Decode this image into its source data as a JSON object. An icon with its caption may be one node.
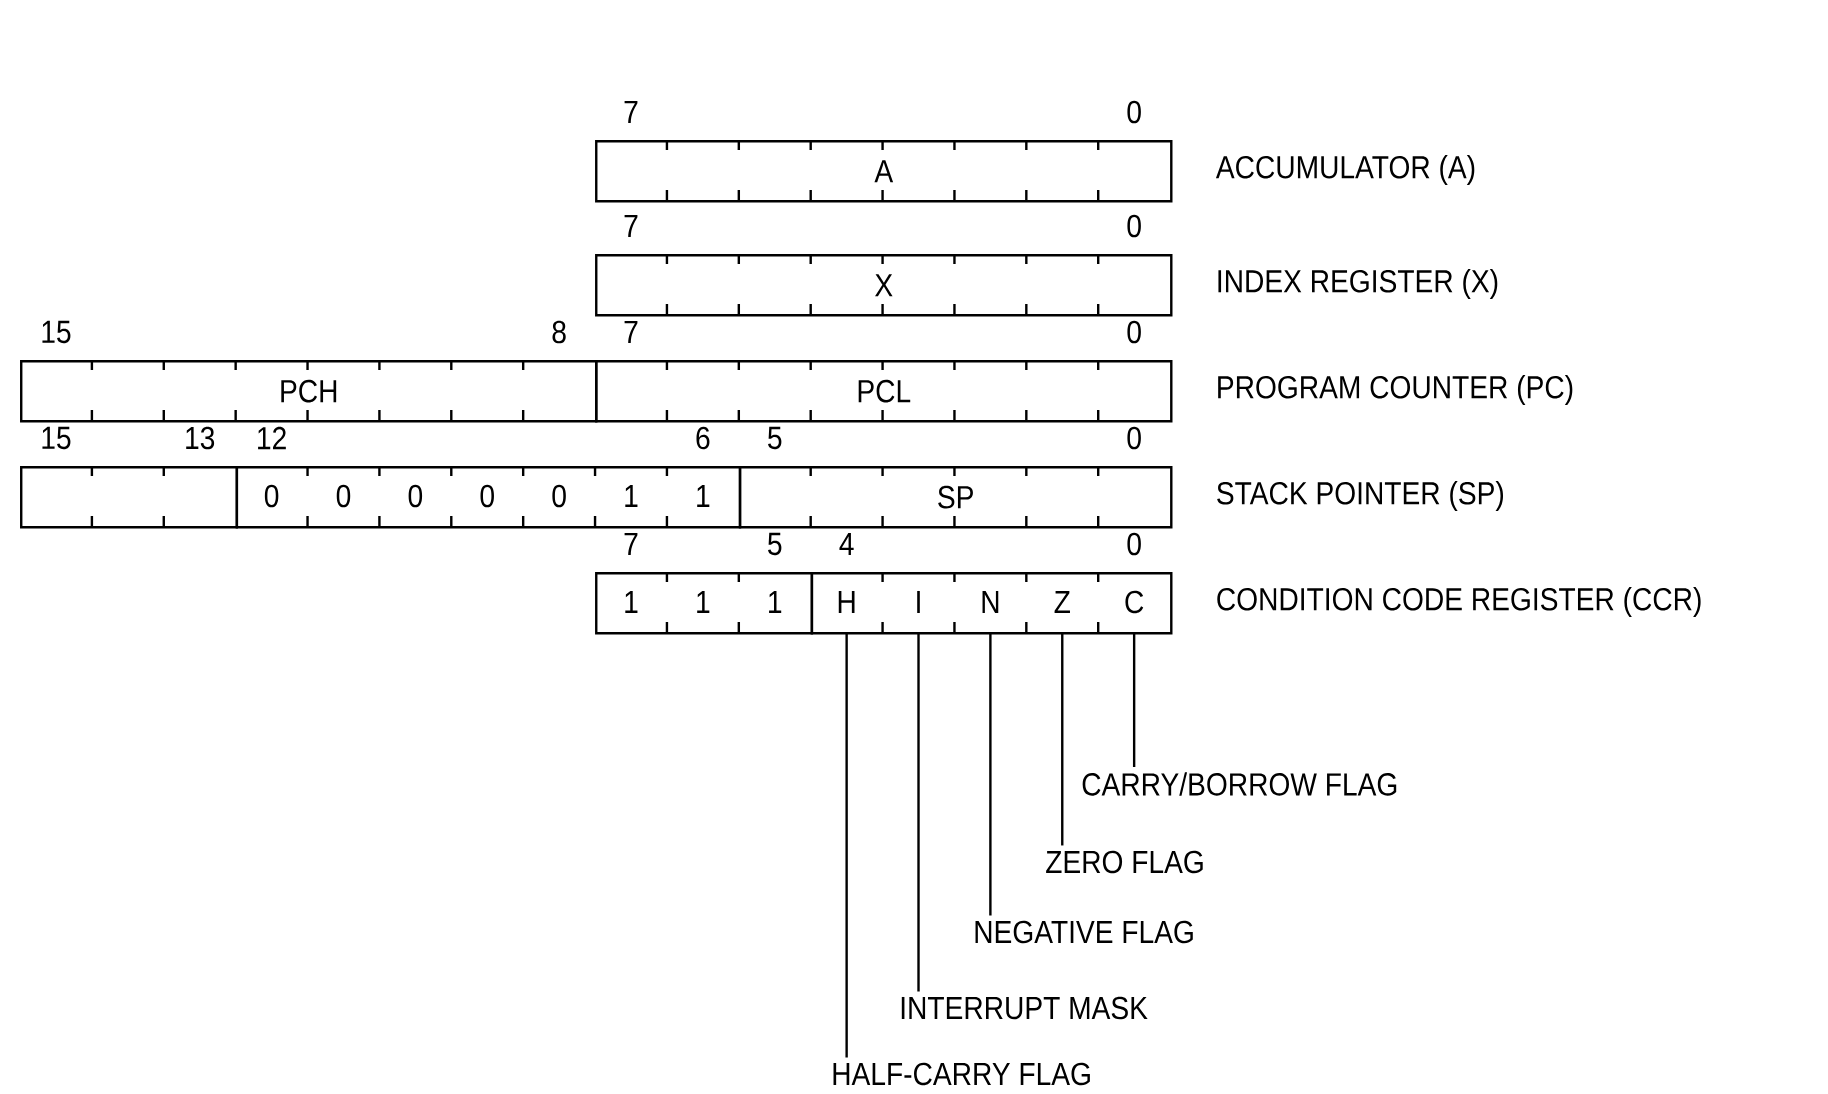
{
  "diagram": {
    "nodes": [
      {
        "text": [
          "A"
        ],
        "beside": [
          "ACCUMULATOR (A)"
        ]
      },
      {
        "text": [
          "X"
        ],
        "beside": [
          "INDEX REGISTER (X)"
        ]
      },
      {
        "text": [
          "PCH"
        ]
      },
      {
        "text": [
          "PCL"
        ],
        "beside": [
          "PROGRAM COUNTER (PC)"
        ]
      },
      {
        "text": [],
        "shape": "box"
      },
      {
        "text": [
          "0",
          "0",
          "0",
          "0",
          "0",
          "1",
          "1"
        ]
      },
      {
        "text": [
          "SP"
        ],
        "beside": [
          "STACK POINTER (SP)"
        ]
      },
      {
        "text": [
          "1",
          "1",
          "1"
        ]
      },
      {
        "text": [],
        "shape": "box",
        "beside": [
          "CONDITION CODE REGISTER (CCR)"
        ]
      },
      {
        "text": [
          "H"
        ],
        "in": 8
      },
      {
        "text": [
          "I"
        ],
        "in": 8
      },
      {
        "text": [
          "N"
        ],
        "in": 8
      },
      {
        "text": [
          "Z"
        ],
        "in": 8
      },
      {
        "text": [
          "C"
        ],
        "in": 8
      },
      {
        "text": [
          "CARRY/BORROW FLAG"
        ]
      },
      {
        "text": [
          "ZERO FLAG"
        ]
      },
      {
        "text": [
          "NEGATIVE FLAG"
        ]
      },
      {
        "text": [
          "INTERRUPT MASK"
        ]
      },
      {
        "text": [
          "HALF-CARRY FLAG"
        ]
      }
    ],
    "edges": [
      {
        "from": 14,
        "to": 13,
        "arrow": "none"
      },
      {
        "from": 15,
        "to": 12,
        "arrow": "none"
      },
      {
        "from": 16,
        "to": 11,
        "arrow": "none"
      },
      {
        "from": 17,
        "to": 10,
        "arrow": "none"
      },
      {
        "from": 18,
        "to": 9,
        "arrow": "none"
      }
    ],
    "labels": [
      "7",
      "0",
      "7",
      "0",
      "15",
      "8",
      "7",
      "0",
      "15",
      "13",
      "12",
      "6",
      "5",
      "0",
      "7",
      "5",
      "4",
      "0"
    ]
  }
}
